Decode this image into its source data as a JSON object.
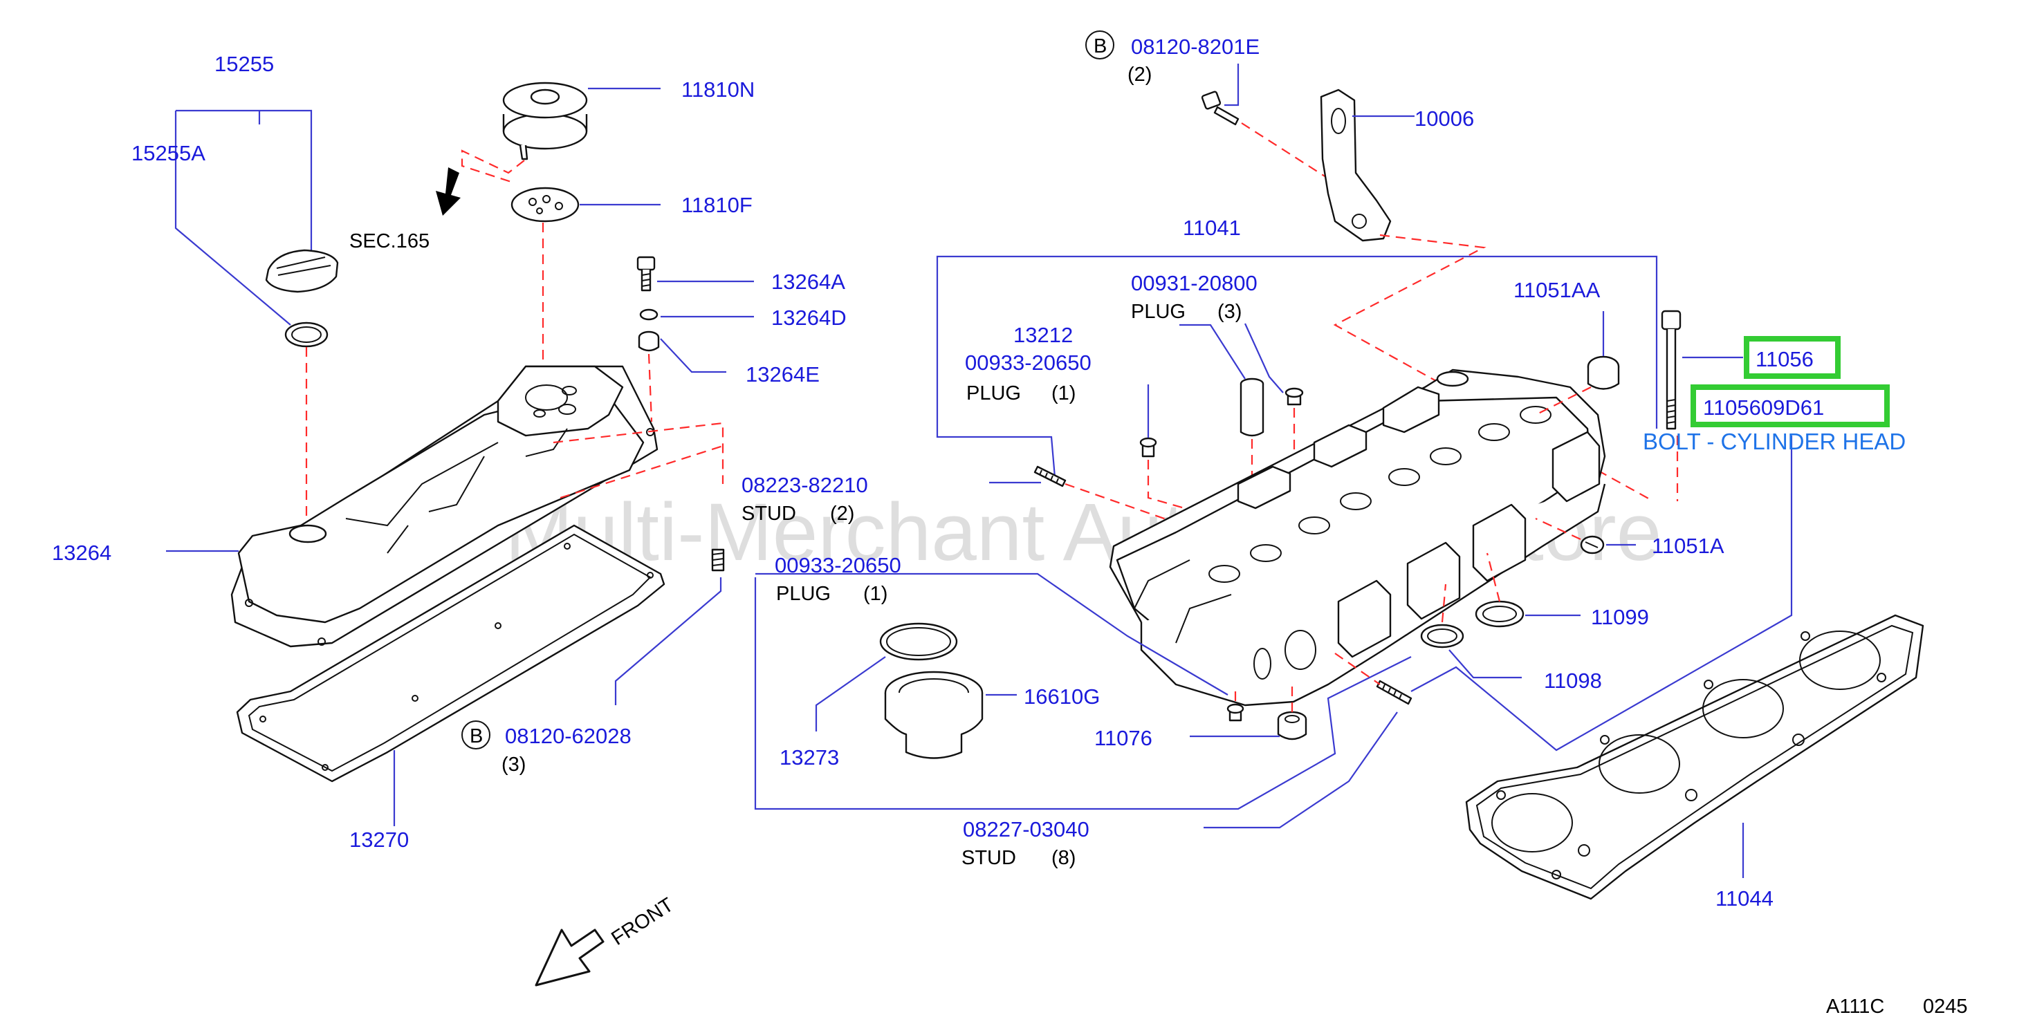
{
  "labels": {
    "p15255": "15255",
    "p15255A": "15255A",
    "p11810N": "11810N",
    "p11810F": "11810F",
    "sec165": "SEC.165",
    "p13264A": "13264A",
    "p13264D": "13264D",
    "p13264E": "13264E",
    "p13264": "13264",
    "p08223": "08223-82210",
    "stud2": "STUD",
    "stud2_qty": "(2)",
    "p08120_62028": "08120-62028",
    "qty3_b": "(3)",
    "p13270": "13270",
    "p08120_8201E": "08120-8201E",
    "qty2_top": "(2)",
    "p10006": "10006",
    "p11041": "11041",
    "p00931": "00931-20800",
    "plug3": "PLUG",
    "plug3_qty": "(3)",
    "p13212": "13212",
    "p00933_top": "00933-20650",
    "plug1_top": "PLUG",
    "plug1_top_qty": "(1)",
    "p11051AA": "11051AA",
    "p11056": "11056",
    "p1105609D61": "1105609D61",
    "bolt_link": "BOLT - CYLINDER HEAD",
    "p11051A": "11051A",
    "p00933_mid": "00933-20650",
    "plug1_mid": "PLUG",
    "plug1_mid_qty": "(1)",
    "p11099": "11099",
    "p11098": "11098",
    "p16610G": "16610G",
    "p13273": "13273",
    "p11076": "11076",
    "p08227": "08227-03040",
    "stud8": "STUD",
    "stud8_qty": "(8)",
    "p11044": "11044",
    "front": "FRONT",
    "footer_code": "A111C",
    "footer_num": "0245",
    "b_marker": "B",
    "watermark": "Multi-Merchant Auto Parts Store"
  },
  "colors": {
    "part_number": "#1a1adb",
    "leader": "#3a3ad0",
    "dash": "#ff2a2a",
    "highlight": "#33cc33",
    "link": "#1e73e8"
  }
}
